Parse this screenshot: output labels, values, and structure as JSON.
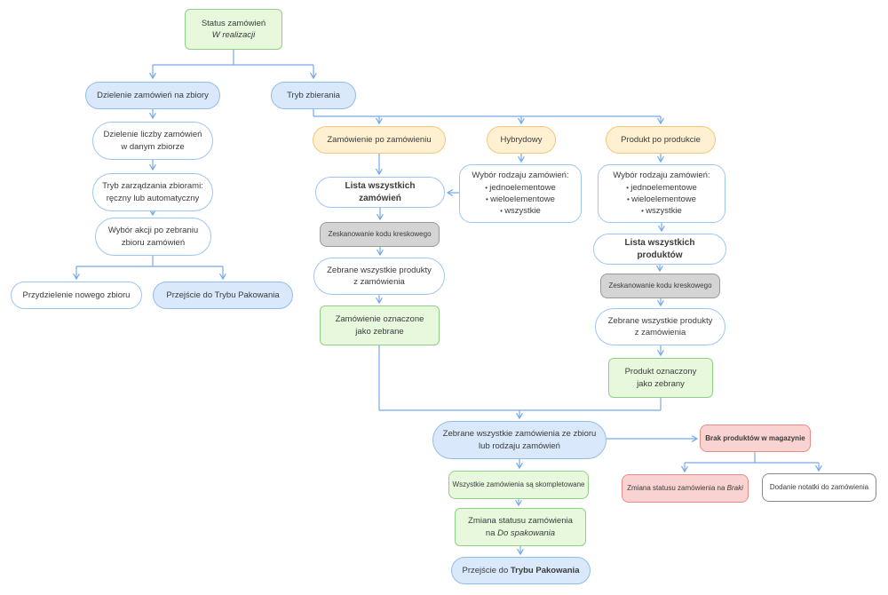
{
  "diagram_title": "Status zamówień — W realizacji (flowchart)",
  "colors": {
    "arrow": "#74a9e8",
    "green_fill": "#e7f8dd",
    "green_border": "#8fd088",
    "blue_fill": "#d9e8fb",
    "blue_border": "#93bce8",
    "yellow_fill": "#fff0d2",
    "yellow_border": "#f2c87c",
    "gray_fill": "#d4d4d4",
    "gray_border": "#999999",
    "pink_fill": "#f9d3d1",
    "pink_border": "#e98c85",
    "text": "#3b3b3b"
  },
  "nodes": {
    "status": {
      "line1": "Status zamówień",
      "line2": "W realizacji"
    },
    "dzielenie_zbiory": {
      "label": "Dzielenie zamówień na zbiory"
    },
    "tryb_zbierania": {
      "label": "Tryb zbierania"
    },
    "dzielenie_liczby": {
      "line1": "Dzielenie liczby zamówień",
      "line2": "w danym zbiorze"
    },
    "tryb_zarzadzania": {
      "line1": "Tryb zarządzania zbiorami:",
      "line2": "ręczny lub automatyczny"
    },
    "wybor_akcji": {
      "line1": "Wybór akcji po zebraniu",
      "line2": "zbioru zamówień"
    },
    "przydzielenie": {
      "label": "Przydzielenie nowego zbioru"
    },
    "przejscie_pakowanie_1": {
      "label": "Przejście do Trybu Pakowania"
    },
    "zamowienie_po_zamowieniu": {
      "label": "Zamówienie po zamówieniu"
    },
    "hybrydowy": {
      "label": "Hybrydowy"
    },
    "produkt_po_produkcie": {
      "label": "Produkt po produkcie"
    },
    "lista_zamowien": {
      "label": "Lista wszystkich zamówień"
    },
    "wybor_rodzaju_hybrydowy": {
      "title": "Wybór rodzaju zamówień:",
      "items": [
        "jednoelementowe",
        "wieloelementowe",
        "wszystkie"
      ]
    },
    "skan_kodu_1": {
      "label": "Zeskanowanie kodu kreskowego"
    },
    "zebrane_produkty_1": {
      "line1": "Zebrane wszystkie produkty",
      "line2": "z zamówienia"
    },
    "zamowienie_oznaczone": {
      "line1": "Zamówienie oznaczone",
      "line2": "jako zebrane"
    },
    "wybor_rodzaju_produkt": {
      "title": "Wybór rodzaju zamówień:",
      "items": [
        "jednoelementowe",
        "wieloelementowe",
        "wszystkie"
      ]
    },
    "lista_produktow": {
      "label": "Lista wszystkich produktów"
    },
    "skan_kodu_2": {
      "label": "Zeskanowanie kodu kreskowego"
    },
    "zebrane_produkty_2": {
      "line1": "Zebrane wszystkie produkty",
      "line2": "z zamówienia"
    },
    "produkt_oznaczony": {
      "line1": "Produkt oznaczony",
      "line2": "jako zebrany"
    },
    "zebrane_zamowienia": {
      "line1": "Zebrane wszystkie zamówienia ze zbioru",
      "line2": "lub rodzaju zamówień"
    },
    "skompletowane": {
      "label": "Wszystkie zamówienia są skompletowane"
    },
    "zmiana_statusu": {
      "line1": "Zmiana statusu zamówienia",
      "line2_prefix": "na ",
      "line2_italic": "Do spakowania"
    },
    "przejscie_pakowanie_2": {
      "prefix": "Przejście do ",
      "bold": "Trybu Pakowania"
    },
    "brak_produktow": {
      "label": "Brak produktów w magazynie"
    },
    "zmiana_braki": {
      "prefix": "Zmiana statusu zamówienia na ",
      "italic": "Braki"
    },
    "dodanie_notatki": {
      "label": "Dodanie notatki do zamówienia"
    }
  }
}
